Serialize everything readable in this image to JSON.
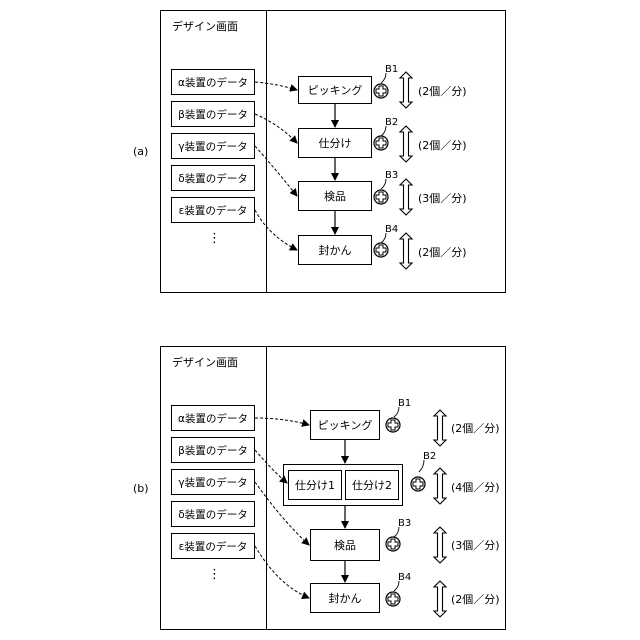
{
  "panels": [
    {
      "label": "(a)",
      "title": "デザイン画面",
      "devices": [
        "α装置のデータ",
        "β装置のデータ",
        "γ装置のデータ",
        "δ装置のデータ",
        "ε装置のデータ"
      ],
      "ellipsis": "⋮",
      "processes": [
        {
          "label": "ピッキング",
          "button": "B1",
          "rate": "(2個／分)"
        },
        {
          "label": "仕分け",
          "button": "B2",
          "rate": "(2個／分)"
        },
        {
          "label": "検品",
          "button": "B3",
          "rate": "(3個／分)"
        },
        {
          "label": "封かん",
          "button": "B4",
          "rate": "(2個／分)"
        }
      ]
    },
    {
      "label": "(b)",
      "title": "デザイン画面",
      "devices": [
        "α装置のデータ",
        "β装置のデータ",
        "γ装置のデータ",
        "δ装置のデータ",
        "ε装置のデータ"
      ],
      "ellipsis": "⋮",
      "processes": [
        {
          "label": "ピッキング",
          "button": "B1",
          "rate": "(2個／分)"
        },
        {
          "labels": [
            "仕分け1",
            "仕分け2"
          ],
          "button": "B2",
          "rate": "(4個／分)"
        },
        {
          "label": "検品",
          "button": "B3",
          "rate": "(3個／分)"
        },
        {
          "label": "封かん",
          "button": "B4",
          "rate": "(2個／分)"
        }
      ]
    }
  ]
}
